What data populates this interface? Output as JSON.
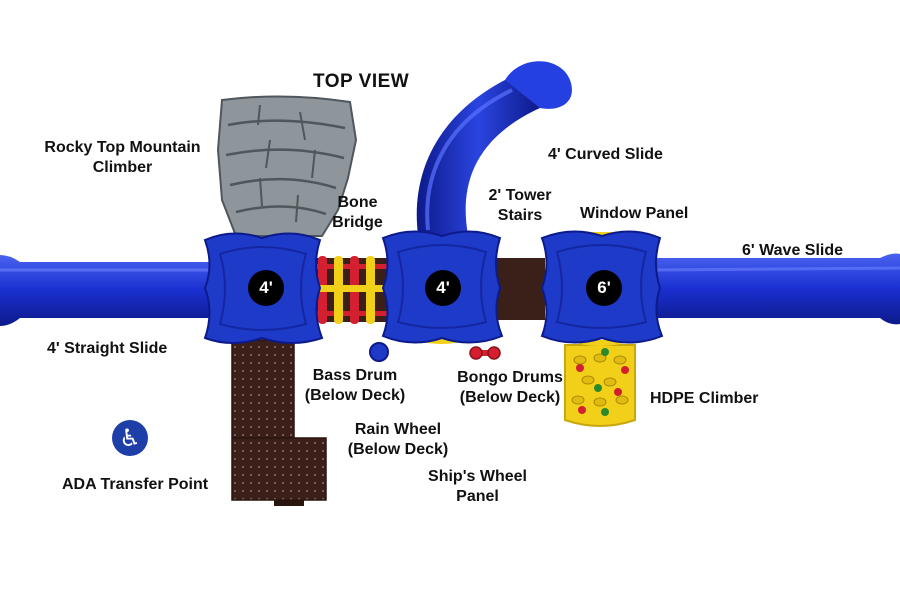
{
  "title": "TOP VIEW",
  "labels": {
    "rocky_top": [
      "Rocky Top Mountain",
      "Climber"
    ],
    "bone_bridge": [
      "Bone",
      "Bridge"
    ],
    "curved_slide": "4' Curved Slide",
    "tower_stairs": [
      "2' Tower",
      "Stairs"
    ],
    "window_panel": "Window Panel",
    "wave_slide": "6' Wave Slide",
    "straight_slide": "4' Straight Slide",
    "bass_drum": [
      "Bass Drum",
      "(Below Deck)"
    ],
    "bongo_drums": [
      "Bongo Drums",
      "(Below Deck)"
    ],
    "hdpe_climber": "HDPE Climber",
    "rain_wheel": [
      "Rain Wheel",
      "(Below Deck)"
    ],
    "ships_wheel": [
      "Ship's Wheel",
      "Panel"
    ],
    "ada_transfer": "ADA Transfer Point"
  },
  "decks": [
    "4'",
    "4'",
    "6'"
  ],
  "icons": {
    "ada": "wheelchair-accessibility-icon"
  },
  "colors": {
    "slide_blue": "#1a2fd0",
    "deck_blue": "#1e3ac8",
    "rock_gray": "#8e969b",
    "brown": "#3a2018",
    "yellow": "#f2d01a",
    "red": "#d31f2f"
  }
}
